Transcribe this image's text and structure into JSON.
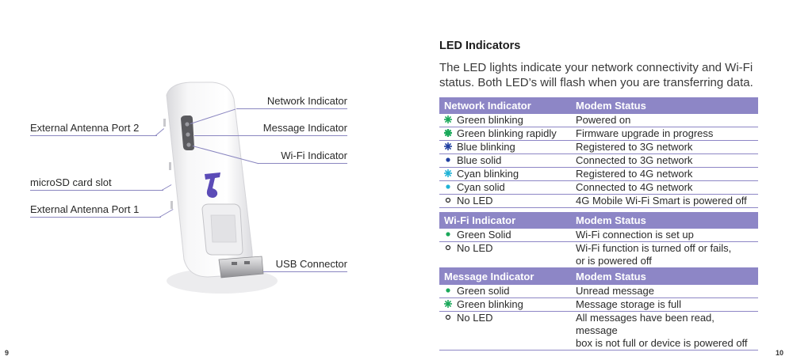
{
  "left_page": {
    "page_number": "9",
    "labels": {
      "external_antenna_port_2": "External Antenna Port 2",
      "microsd_card_slot": "microSD card slot",
      "external_antenna_port_1": "External Antenna Port 1",
      "network_indicator": "Network Indicator",
      "message_indicator": "Message Indicator",
      "wifi_indicator": "Wi-Fi Indicator",
      "usb_connector": "USB Connector"
    }
  },
  "right_page": {
    "page_number": "10",
    "title": "LED Indicators",
    "intro": "The LED lights indicate your network connectivity and Wi-Fi status. Both LED’s will flash when you are transferring data.",
    "tables": [
      {
        "header": {
          "col1": "Network Indicator",
          "col2": "Modem Status"
        },
        "rows": [
          {
            "icon": "star-green-icon",
            "led": "Green blinking",
            "status": "Powered on"
          },
          {
            "icon": "star-green-bold-icon",
            "led": "Green blinking rapidly",
            "status": "Firmware upgrade in progress"
          },
          {
            "icon": "star-blue-icon",
            "led": "Blue blinking",
            "status": "Registered to 3G network"
          },
          {
            "icon": "dot-blue-icon",
            "led": "Blue solid",
            "status": "Connected to 3G network"
          },
          {
            "icon": "star-cyan-icon",
            "led": "Cyan blinking",
            "status": "Registered to 4G  network"
          },
          {
            "icon": "dot-cyan-icon",
            "led": "Cyan solid",
            "status": "Connected to 4G network"
          },
          {
            "icon": "circle-off-icon",
            "led": "No LED",
            "status": "4G Mobile Wi-Fi Smart is powered off"
          }
        ]
      },
      {
        "header": {
          "col1": "Wi-Fi Indicator",
          "col2": "Modem Status"
        },
        "rows": [
          {
            "icon": "dot-green-icon",
            "led": "Green Solid",
            "status": "Wi-Fi connection is set up"
          },
          {
            "icon": "circle-off-icon",
            "led": "No LED",
            "status_lines": [
              "Wi-Fi function is turned off or fails,",
              "or is powered off"
            ]
          }
        ]
      },
      {
        "header": {
          "col1": "Message Indicator",
          "col2": "Modem Status"
        },
        "rows": [
          {
            "icon": "dot-green-icon",
            "led": "Green solid",
            "status": "Unread message"
          },
          {
            "icon": "star-green-icon",
            "led": "Green blinking",
            "status": "Message storage is full"
          },
          {
            "icon": "circle-off-icon",
            "led": "No LED",
            "status_lines": [
              "All messages have been read, message",
              "box is not full or device is powered off"
            ]
          }
        ]
      }
    ]
  },
  "colors": {
    "accent_purple": "#8d86c6",
    "led_green": "#1aa85a",
    "led_blue": "#1f3fa0",
    "led_cyan": "#1fb3d6"
  }
}
